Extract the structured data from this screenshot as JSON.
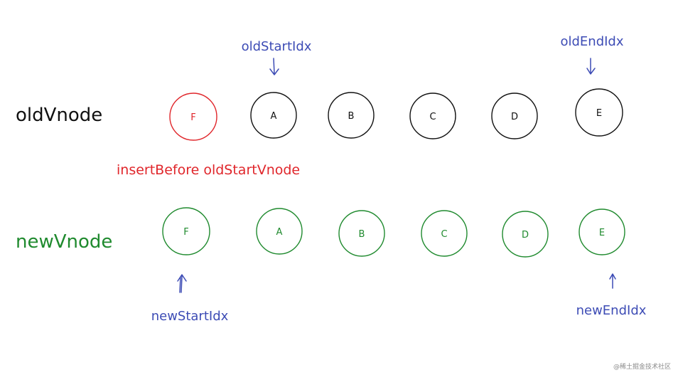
{
  "rows": {
    "old": {
      "label": "oldVnode",
      "color": "#111111",
      "nodes": [
        "F",
        "A",
        "B",
        "C",
        "D",
        "E"
      ],
      "highlight_index": 0,
      "highlight_color": "#e0262b"
    },
    "new": {
      "label": "newVnode",
      "color": "#1f8a2e",
      "nodes": [
        "F",
        "A",
        "B",
        "C",
        "D",
        "E"
      ]
    }
  },
  "pointers": {
    "old_start": "oldStartIdx",
    "old_end": "oldEndIdx",
    "new_start": "newStartIdx",
    "new_end": "newEndIdx",
    "color": "#3d4cb5"
  },
  "note": {
    "text": "insertBefore oldStartVnode",
    "color": "#e0262b"
  },
  "watermark": "@稀土掘金技术社区"
}
